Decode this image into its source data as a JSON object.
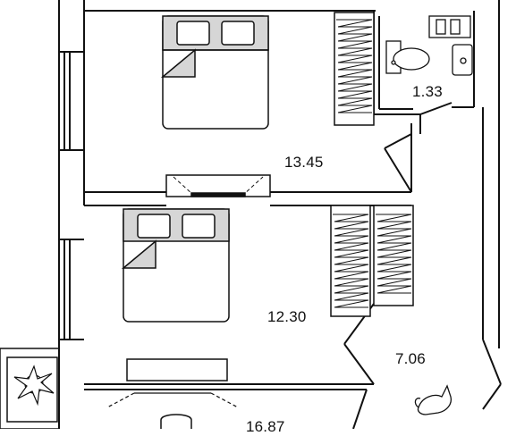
{
  "rooms": {
    "bedroom_1": {
      "area": "13.45"
    },
    "bedroom_2": {
      "area": "12.30"
    },
    "hallway": {
      "area": "7.06"
    },
    "bathroom": {
      "area": "1.33"
    },
    "bottom_room": {
      "area": "16.87"
    }
  },
  "colors": {
    "wall": "#111111",
    "furniture_fill": "#ffffff",
    "headboard_fill": "#d6d6d6"
  }
}
